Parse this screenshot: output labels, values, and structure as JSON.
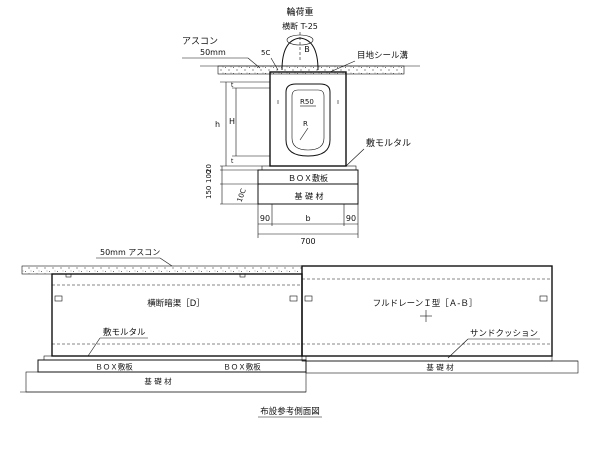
{
  "top": {
    "load_title": "輪荷重",
    "load_sub": "横断 T-25",
    "asphalt_label": "アスコン",
    "asphalt_thickness": "50mm",
    "chamfer_5c": "5C",
    "width_b": "B",
    "joint_label": "目地シール溝",
    "r50_label": "R50",
    "r_label": "R",
    "mortar_label": "敷モルタル",
    "box_slab_label": "ＢＯＸ敷板",
    "base_label": "基 礎 材",
    "dim_h_outer": "h",
    "dim_h_inner": "H",
    "dim_t": "t",
    "dim_20": "20",
    "dim_100": "100",
    "dim_150": "150",
    "dim_10c": "10C",
    "dim_90_left": "90",
    "dim_b": "b",
    "dim_90_right": "90",
    "dim_700": "700"
  },
  "side": {
    "asphalt_label": "50mm アスコン",
    "culvert_label": "横断暗渠［D］",
    "drain_label": "フルドレーンＩ型［Ａ-Ｂ］",
    "mortar_label": "敷モルタル",
    "cushion_label": "サンドクッション",
    "box_slab_left": "ＢＯＸ敷板",
    "box_slab_right": "ＢＯＸ敷板",
    "base_left": "基 礎 材",
    "base_right": "基 礎 材"
  },
  "caption": "布設参考側面図"
}
